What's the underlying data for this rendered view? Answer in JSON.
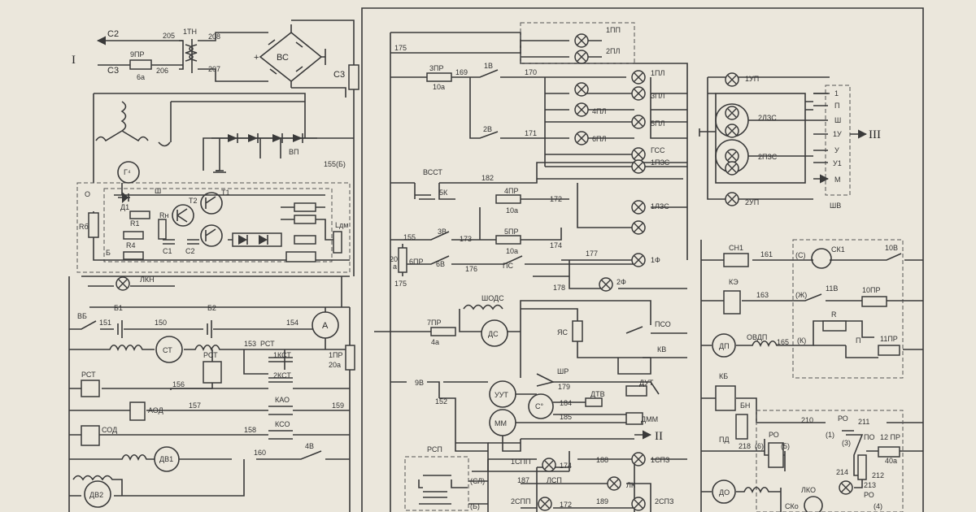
{
  "source_block": {
    "c2": "C2",
    "c3": "C3",
    "n205": "205",
    "n206": "206",
    "n9pr": "9ПР",
    "n6a": "6а",
    "n1tn": "1ТН",
    "n208": "208",
    "n207": "207",
    "vs": "ВС",
    "plus": "+",
    "c3b": "С3",
    "vp": "ВП",
    "n155b": "155(Б)",
    "roman1": "I",
    "gt": "Г⁴"
  },
  "regulator": {
    "d1": "Д1",
    "r1": "R1",
    "rn": "Rн",
    "c1": "C1",
    "c2": "C2",
    "r4": "R4",
    "t2": "T2",
    "t1": "T1",
    "rb": "Rб",
    "o": "O",
    "sh": "Ш",
    "b": "Б",
    "ldm": "Lдм",
    "lkn": "ЛКН"
  },
  "left_circuit": {
    "vb": "ВБ",
    "b1": "Б1",
    "b2": "Б2",
    "n151": "151",
    "n150": "150",
    "n154": "154",
    "st": "СТ",
    "rst": "РСТ",
    "n153": "153",
    "rst2": "РСТ",
    "kst1": "1КСТ",
    "kst2": "2КСТ",
    "rst3": "РСТ",
    "n156": "156",
    "aod": "АОД",
    "n157": "157",
    "n159": "159",
    "kao": "КАО",
    "sod": "СОД",
    "n158": "158",
    "kso": "КСО",
    "dv1": "ДВ1",
    "n160": "160",
    "v4": "4В",
    "dv2": "ДВ2",
    "ammeter": "А",
    "pr1": "1ПР",
    "n20a": "20а"
  },
  "center_circuit": {
    "n175": "175",
    "pr3": "3ПР",
    "n10a": "10а",
    "n169": "169",
    "v1": "1В",
    "n170": "170",
    "v2": "2В",
    "n171": "171",
    "vsst": "ВССТ",
    "k5": "5К",
    "n182": "182",
    "pr4": "4ПР",
    "n10a2": "10а",
    "n172": "172",
    "v3": "3В",
    "n173": "173",
    "pr5": "5ПР",
    "n10a3": "10а",
    "n174": "174",
    "n155": "155",
    "v6": "6В",
    "n176": "176",
    "ps": "ПС",
    "pr6": "6ПР",
    "n20": "20",
    "a": "а",
    "n175b": "175",
    "shods": "ШОДС",
    "ds": "ДС",
    "ys": "ЯС",
    "pso": "ПСО",
    "kv": "КВ",
    "pr7": "7ПР",
    "n4a": "4а",
    "v9": "9В",
    "n152": "152",
    "sh": "ШР",
    "uut": "УУТ",
    "n179": "179",
    "dut": "ДУТ",
    "co": "С°",
    "n184": "184",
    "dtv": "ДТВ",
    "n185": "185",
    "mm": "ММ",
    "dmm": "ДММ",
    "roman2": "II"
  },
  "lamps": {
    "pp1": "1ПП",
    "pl2": "2ПЛ",
    "pl1": "1ПЛ",
    "pl4": "4ПЛ",
    "pl3": "3ПЛ",
    "pl5": "5ПЛ",
    "pl6": "6ПЛ",
    "gss": "ГСС",
    "pzs1": "1ПЗС",
    "lzs1": "1ЛЗС",
    "n177": "177",
    "f1": "1Ф",
    "n178": "178",
    "f2": "2Ф"
  },
  "bottom_center": {
    "rsp": "РСП",
    "sl": "(СЛ)",
    "b": "(Б)",
    "spp1": "1СПП",
    "n174": "174",
    "n188": "188",
    "spz1": "1СПЗ",
    "n187": "187",
    "lsp": "ЛСП",
    "lk": "ЛК",
    "spp2": "2СПП",
    "n172": "172",
    "n189": "189",
    "spz2": "2СПЗ"
  },
  "right_block": {
    "up1": "1УП",
    "lzs2": "2ЛЗС",
    "pzs2": "2ПЗС",
    "up2": "2УП",
    "sh_labels": [
      "1",
      "П",
      "Ш",
      "1У",
      "У",
      "У1",
      "М"
    ],
    "sh": "ШВ",
    "roman3": "III"
  },
  "right_lower": {
    "sn1": "СН1",
    "n161": "161",
    "s": "(С)",
    "sk1": "СК1",
    "v10": "10В",
    "ke": "КЭ",
    "n163": "163",
    "zh": "(Ж)",
    "v11": "11В",
    "pr10": "10ПР",
    "dp": "ДП",
    "ovdp": "ОВДП",
    "n165": "165",
    "k": "(К)",
    "r": "R",
    "p": "П",
    "pr11": "11ПР",
    "kb": "КБ",
    "bn": "БН",
    "n210": "210",
    "ro": "РО",
    "n211": "211",
    "n1": "(1)",
    "n3": "(3)",
    "po": "ПО",
    "pr12": "12 ПР",
    "n40a": "40а",
    "pd": "ПД",
    "n218": "218",
    "n6": "(6)",
    "ro2": "РО",
    "n5": "(5)",
    "n212": "212",
    "n214": "214",
    "n213": "213",
    "ro3": "РО",
    "do": "ДО",
    "lko": "ЛКО",
    "sko": "СКо",
    "n4": "(4)"
  }
}
